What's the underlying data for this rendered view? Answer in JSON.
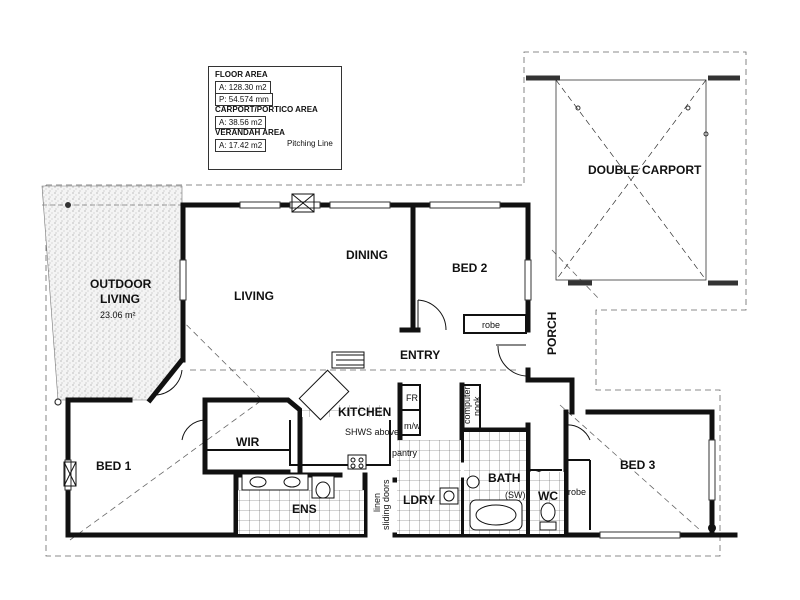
{
  "legend": {
    "floor_area_title": "FLOOR AREA",
    "floor_area_value": "A: 128.30 m2",
    "perimeter_value": "P: 54.574 mm",
    "carport_title": "CARPORT/PORTICO AREA",
    "carport_value": "A: 38.56 m2",
    "verandah_title": "VERANDAH AREA",
    "verandah_value": "A: 17.42 m2",
    "pitching_line": "Pitching Line"
  },
  "rooms": {
    "double_carport": "DOUBLE CARPORT",
    "outdoor_living_1": "OUTDOOR",
    "outdoor_living_2": "LIVING",
    "outdoor_area": "23.06 m²",
    "dining": "DINING",
    "living": "LIVING",
    "bed2": "BED 2",
    "robe_bed2": "robe",
    "porch": "PORCH",
    "entry": "ENTRY",
    "kitchen": "KITCHEN",
    "shws": "SHWS above",
    "fr": "FR",
    "mw": "m/w",
    "pantry": "pantry",
    "computer_nook_1": "computer",
    "computer_nook_2": "nook",
    "wir": "WIR",
    "bed1": "BED 1",
    "ens": "ENS",
    "linen": "linen",
    "sliding_doors": "sliding doors",
    "ldry": "LDRY",
    "bath": "BATH",
    "sw": "(SW)",
    "wc": "WC",
    "robe_bed3": "robe",
    "bed3": "BED 3"
  }
}
